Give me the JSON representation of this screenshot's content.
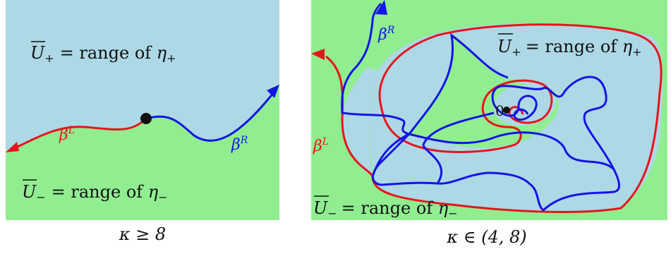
{
  "colors": {
    "plus_region": "#add8e6",
    "minus_region": "#90ee90",
    "left_curve": "#e8141c",
    "right_curve": "#1414e6",
    "text": "#111111"
  },
  "left_panel": {
    "u_plus_sym": "U",
    "u_plus_sub": "+",
    "u_plus_rest": "= range of ",
    "eta_plus": "η",
    "eta_plus_sub": "+",
    "u_minus_sym": "U",
    "u_minus_sub": "−",
    "u_minus_rest": "= range of ",
    "eta_minus": "η",
    "eta_minus_sub": "−",
    "beta_l": "β",
    "beta_l_sup": "L",
    "beta_r": "β",
    "beta_r_sup": "R",
    "caption": "κ ≥ 8"
  },
  "right_panel": {
    "u_plus_sym": "U",
    "u_plus_sub": "+",
    "u_plus_rest": "= range of ",
    "eta_plus": "η",
    "eta_plus_sub": "+",
    "u_minus_sym": "U",
    "u_minus_sub": "−",
    "u_minus_rest": "= range of ",
    "eta_minus": "η",
    "eta_minus_sub": "−",
    "beta_l": "β",
    "beta_l_sup": "L",
    "beta_r": "β",
    "beta_r_sup": "R",
    "origin_label": "0",
    "caption": "κ ∈ (4, 8)"
  }
}
